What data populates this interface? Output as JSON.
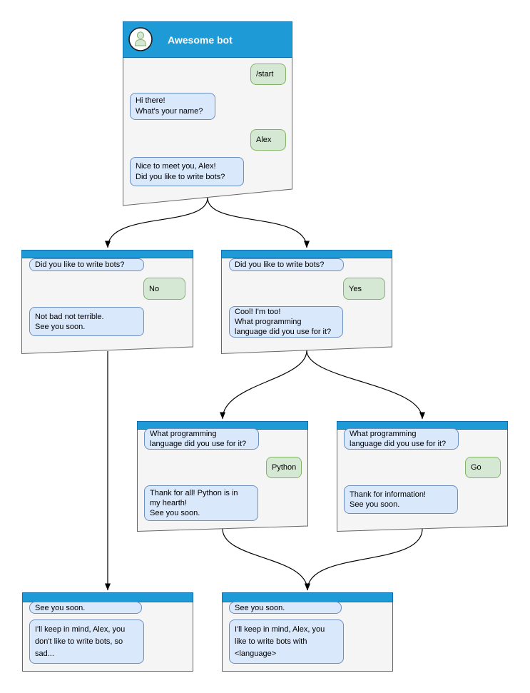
{
  "colors": {
    "headerBar": "#1E9BD7",
    "headerBarBorder": "#0F6FAE",
    "windowFill": "#F5F5F5",
    "windowBorder": "#666666",
    "botBubbleFill": "#DAE8FC",
    "botBubbleBorder": "#6C8EBF",
    "userBubbleFill": "#D5E8D4",
    "userBubbleBorder": "#82B366",
    "arrow": "#000000",
    "titleText": "#FFFFFF",
    "avatarFill": "#FFFFFF",
    "avatarPerson": "#D5E8D4",
    "avatarPersonBorder": "#82B366"
  },
  "windows": [
    {
      "name": "start",
      "title": "Awesome bot",
      "messages": [
        {
          "from": "user",
          "text": "/start"
        },
        {
          "from": "bot",
          "text": "Hi there!\nWhat's your name?"
        },
        {
          "from": "user",
          "text": "Alex"
        },
        {
          "from": "bot",
          "text": "Nice to meet you, Alex!\nDid you like to write bots?"
        }
      ]
    },
    {
      "name": "branch-no",
      "messages": [
        {
          "from": "bot",
          "text": "Did you like to write bots?"
        },
        {
          "from": "user",
          "text": "No"
        },
        {
          "from": "bot",
          "text": "Not bad not terrible.\nSee you soon."
        }
      ]
    },
    {
      "name": "branch-yes",
      "messages": [
        {
          "from": "bot",
          "text": "Did you like to write bots?"
        },
        {
          "from": "user",
          "text": "Yes"
        },
        {
          "from": "bot",
          "text": "Cool! I'm too!\nWhat programming\nlanguage did you use for it?"
        }
      ]
    },
    {
      "name": "branch-python",
      "messages": [
        {
          "from": "bot",
          "text": "What programming\nlanguage did you use for it?"
        },
        {
          "from": "user",
          "text": "Python"
        },
        {
          "from": "bot",
          "text": "Thank for all! Python is in\nmy hearth!\nSee you soon."
        }
      ]
    },
    {
      "name": "branch-go",
      "messages": [
        {
          "from": "bot",
          "text": "What programming\nlanguage did you use for it?"
        },
        {
          "from": "user",
          "text": "Go"
        },
        {
          "from": "bot",
          "text": "Thank for information!\nSee you soon."
        }
      ]
    },
    {
      "name": "end-no",
      "messages": [
        {
          "from": "bot",
          "text": "See you soon."
        },
        {
          "from": "bot",
          "text": "I'll keep in mind, Alex, you\ndon't like to write bots, so\nsad..."
        }
      ]
    },
    {
      "name": "end-yes",
      "messages": [
        {
          "from": "bot",
          "text": "See you soon."
        },
        {
          "from": "bot",
          "text": "I'll keep in mind, Alex, you\nlike to write bots with\n<language>"
        }
      ]
    }
  ]
}
